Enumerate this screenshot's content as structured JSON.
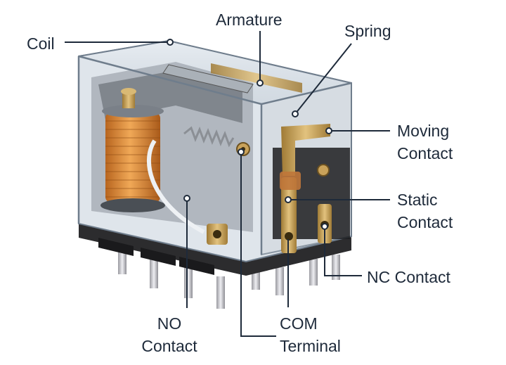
{
  "labels": {
    "coil": "Coil",
    "armature": "Armature",
    "spring": "Spring",
    "moving_contact": [
      "Moving",
      "Contact"
    ],
    "static_contact": [
      "Static",
      "Contact"
    ],
    "nc_contact": "NC Contact",
    "no_contact": [
      "NO",
      "Contact"
    ],
    "com_terminal": [
      "COM",
      "Terminal"
    ]
  },
  "colors": {
    "label_text": "#1e2a3a",
    "leader_line": "#1e2a3a",
    "housing_edge": "#6f7d8c",
    "base": "#2c2c2e",
    "coil": "#d9893a",
    "brass": "#c9a25a",
    "pins": "#c8c8cc"
  }
}
